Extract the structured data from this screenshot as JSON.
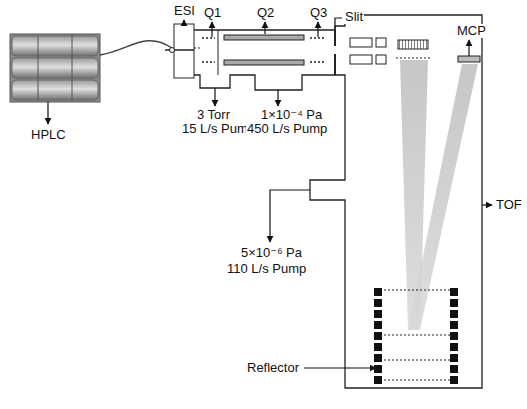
{
  "diagram": {
    "labels": [
      "ESI",
      "Q1",
      "Q2",
      "Q3",
      "Slit",
      "MCP",
      "TOF",
      "HPLC",
      "3 Torr",
      "15 L/s Pump",
      "1×10⁻⁴ Pa",
      "450 L/s Pump",
      "5×10⁻⁶ Pa",
      "110 L/s Pump",
      "Reflector"
    ]
  }
}
